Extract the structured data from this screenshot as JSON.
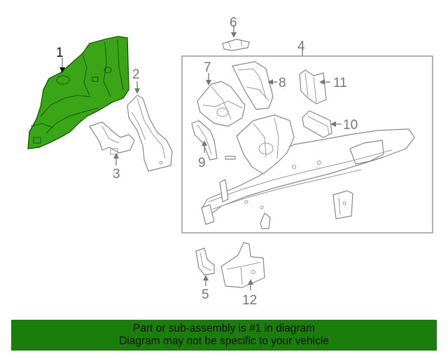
{
  "callouts": {
    "c1": "1",
    "c2": "2",
    "c3": "3",
    "c4": "4",
    "c5": "5",
    "c6": "6",
    "c7": "7",
    "c8": "8",
    "c9": "9",
    "c10": "10",
    "c11": "11",
    "c12": "12"
  },
  "highlight_part": "1",
  "colors": {
    "highlight": "#3aa517",
    "banner": "#1a7f0a",
    "outline": "#888888",
    "callout_text": "#777777"
  },
  "banner": {
    "line1": "Part or sub-assembly is #1 in diagram",
    "line2": "Diagram may not be specific to your vehicle"
  }
}
